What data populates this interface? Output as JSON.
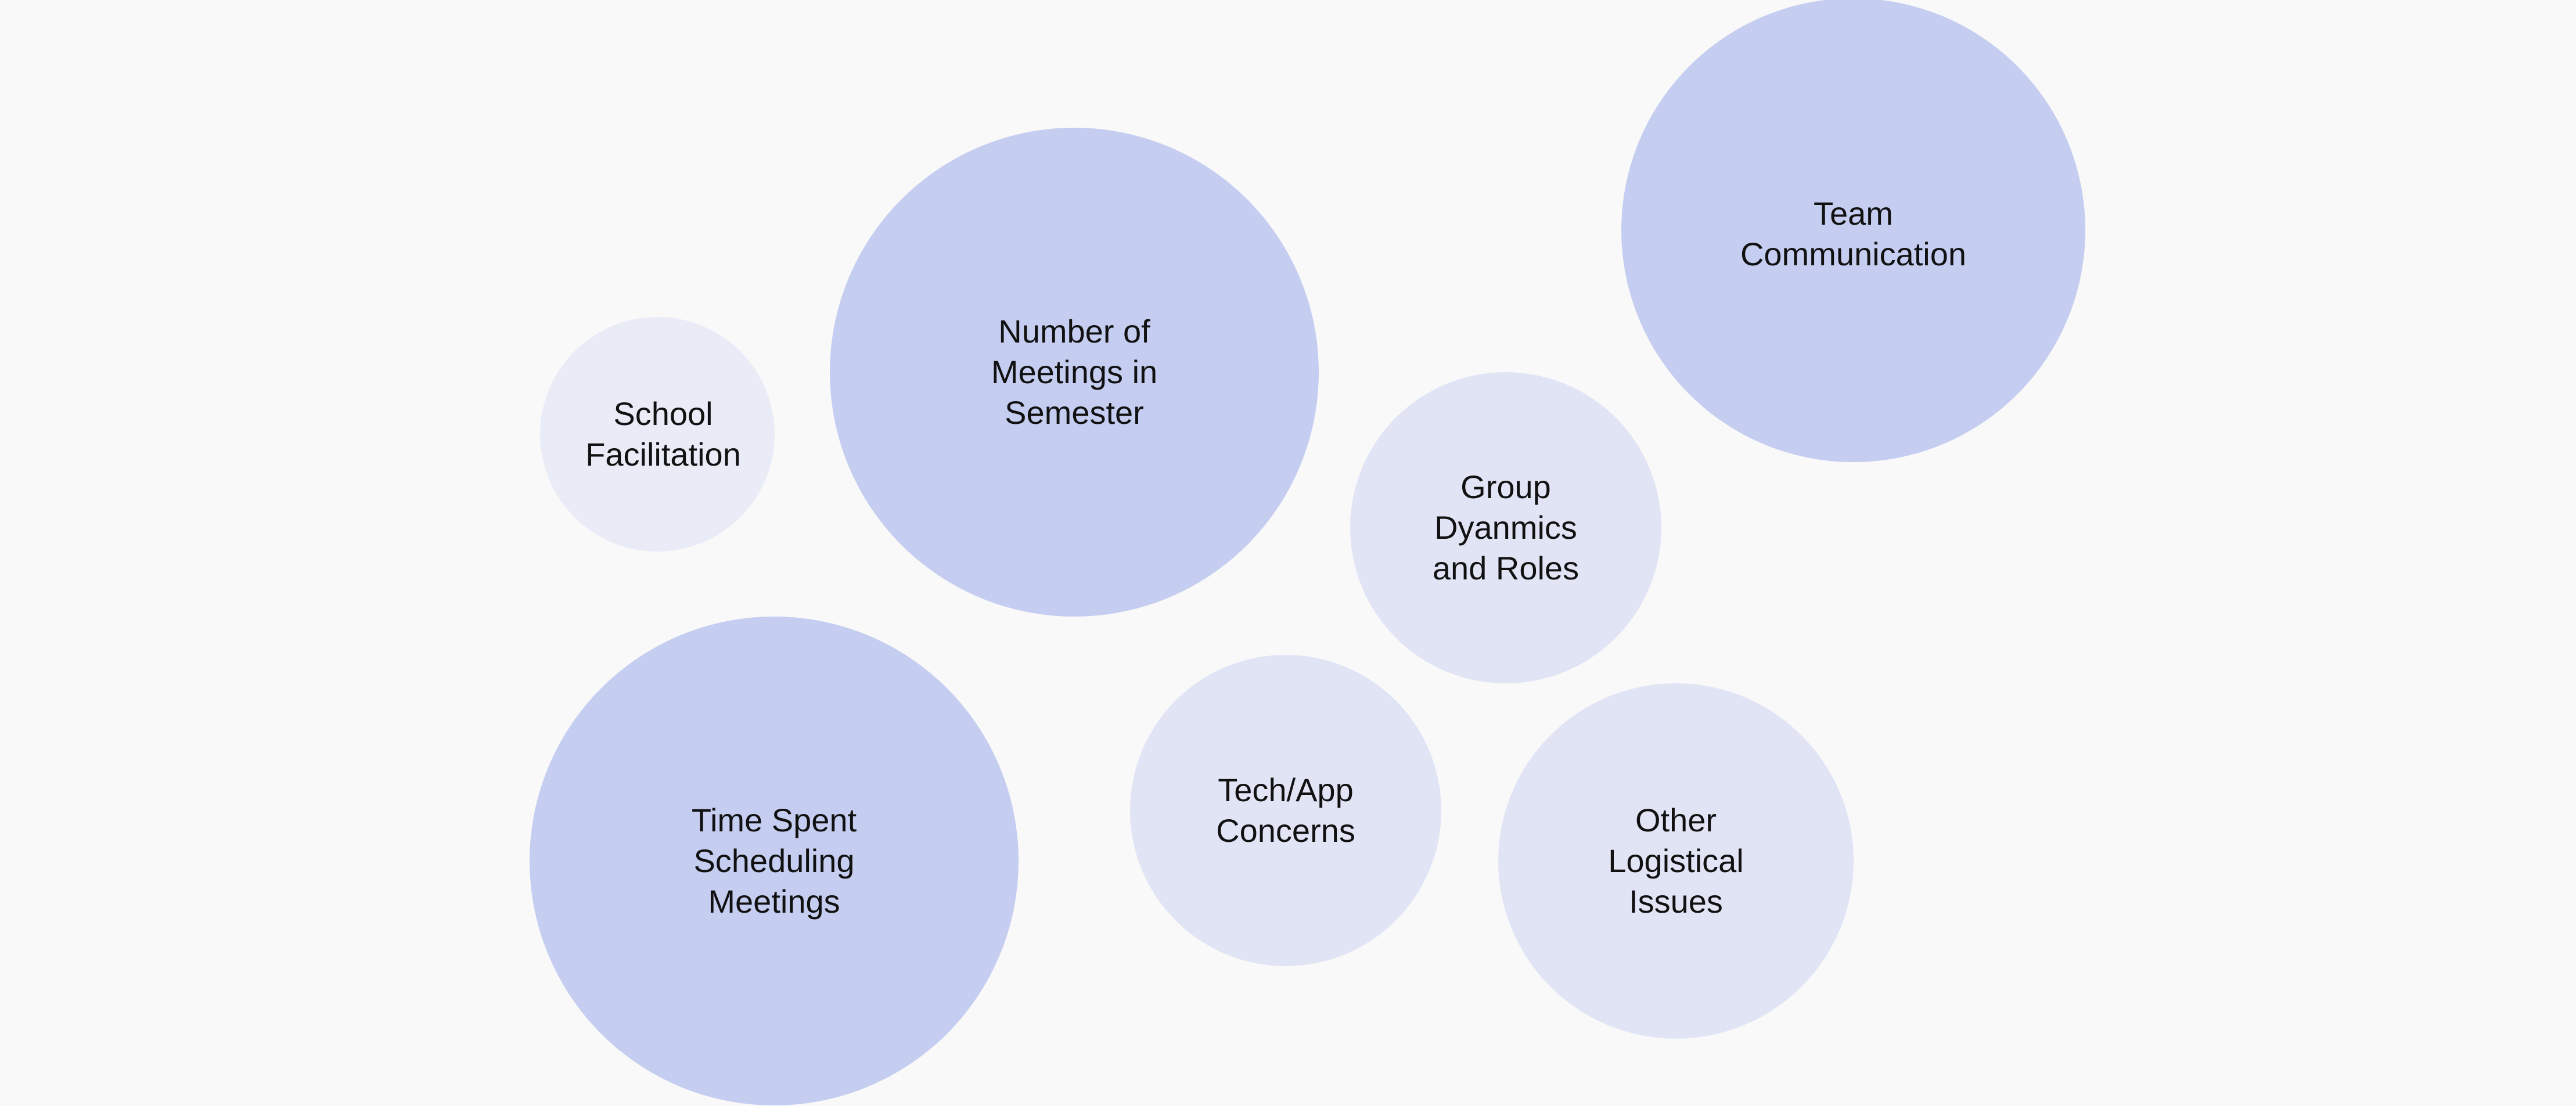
{
  "bubbles": [
    {
      "id": "school",
      "label": "School\nFacilitation",
      "shade": "#e9ebf7"
    },
    {
      "id": "meetings",
      "label": "Number of\nMeetings in\nSemester",
      "shade": "#c5cdf0"
    },
    {
      "id": "team",
      "label": "Team\nCommunication",
      "shade": "#c5cdf0"
    },
    {
      "id": "group",
      "label": "Group\nDyanmics\nand Roles",
      "shade": "#e0e4f5"
    },
    {
      "id": "time",
      "label": "Time Spent\nScheduling\nMeetings",
      "shade": "#c5cdf0"
    },
    {
      "id": "tech",
      "label": "Tech/App\nConcerns",
      "shade": "#e0e4f5"
    },
    {
      "id": "other",
      "label": "Other\nLogistical\nIssues",
      "shade": "#e0e4f5"
    }
  ]
}
